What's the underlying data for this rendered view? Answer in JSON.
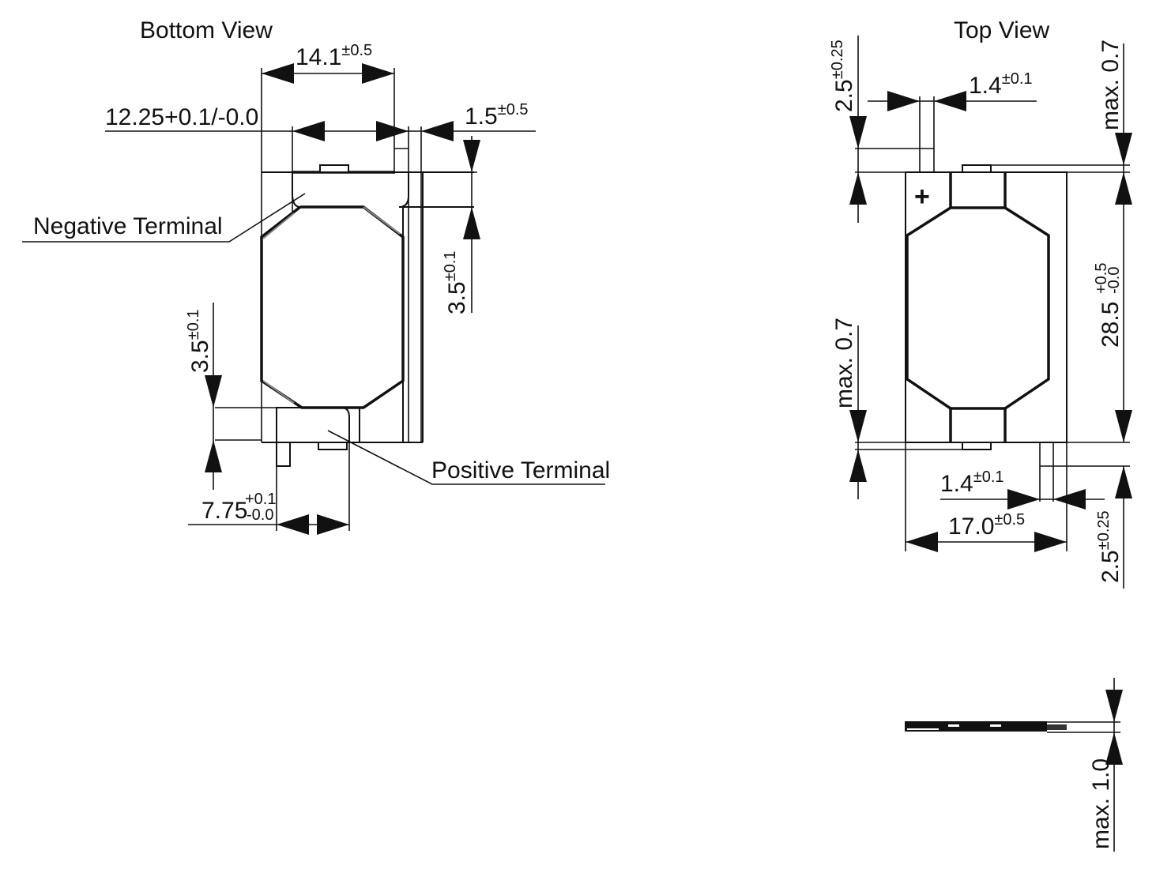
{
  "bottom_view": {
    "title": "Bottom View",
    "dim_width_main": {
      "value": "14.1",
      "tol": "±0.5"
    },
    "dim_inner": {
      "value": "12.25+0.1/-0.0"
    },
    "dim_lead_offset": {
      "value": "1.5",
      "tol": "±0.5"
    },
    "dim_right_height": {
      "value": "3.5",
      "tol": "±0.1"
    },
    "dim_left_height": {
      "value": "3.5",
      "tol": "±0.1"
    },
    "dim_pos_width": {
      "value": "7.75",
      "tol_plus": "+0.1",
      "tol_minus": "-0.0"
    },
    "label_negative": "Negative Terminal",
    "label_positive": "Positive Terminal"
  },
  "top_view": {
    "title": "Top View",
    "dim_top_lead_len": {
      "value": "2.5",
      "tol": "±0.25"
    },
    "dim_top_lead_width": {
      "value": "1.4",
      "tol": "±0.1"
    },
    "dim_top_max": {
      "value": "max. 0.7"
    },
    "dim_height": {
      "value": "28.5",
      "tol_plus": "+0.5",
      "tol_minus": "-0.0"
    },
    "dim_bottom_max": {
      "value": "max. 0.7"
    },
    "dim_bottom_lead_width": {
      "value": "1.4",
      "tol": "±0.1"
    },
    "dim_width": {
      "value": "17.0",
      "tol": "±0.5"
    },
    "dim_bottom_lead_len": {
      "value": "2.5",
      "tol": "±0.25"
    },
    "plus_symbol": "+"
  },
  "side_view": {
    "dim_thickness": {
      "value": "max. 1.0"
    }
  }
}
